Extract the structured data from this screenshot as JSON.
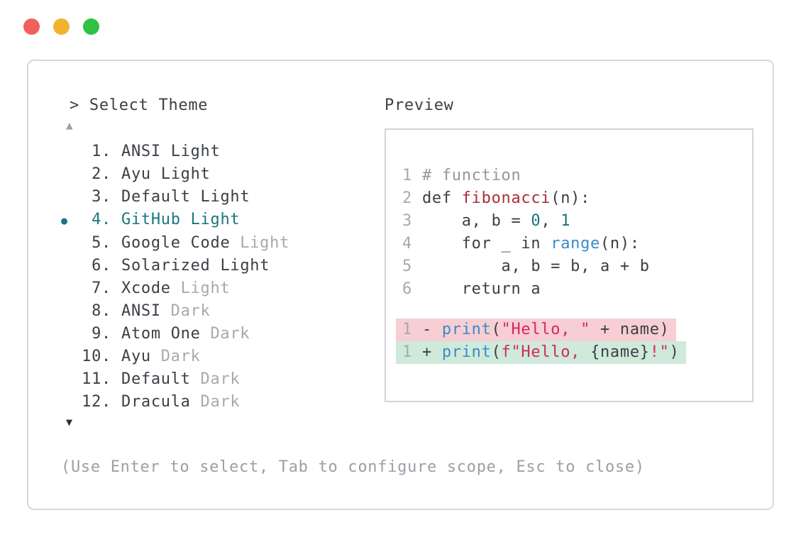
{
  "window": {
    "traffic_lights": {
      "red": "#f2605a",
      "yellow": "#f1b22e",
      "green": "#2ec343"
    },
    "header": {
      "prompt": ">",
      "title": "Select Theme"
    },
    "footer_hint": "(Use Enter to select, Tab to configure scope, Esc to close)"
  },
  "theme_list": {
    "scroll_up_icon": "▲",
    "scroll_down_icon": "▼",
    "items": [
      {
        "number": "1.",
        "name": "ANSI Light",
        "variant": "",
        "marker": "",
        "selected": false
      },
      {
        "number": "2.",
        "name": "Ayu Light",
        "variant": "",
        "marker": "",
        "selected": false
      },
      {
        "number": "3.",
        "name": "Default Light",
        "variant": "",
        "marker": "",
        "selected": false
      },
      {
        "number": "4.",
        "name": "GitHub Light",
        "variant": "",
        "marker": "●",
        "selected": true
      },
      {
        "number": "5.",
        "name": "Google Code",
        "variant": "Light",
        "marker": "",
        "selected": false
      },
      {
        "number": "6.",
        "name": "Solarized Light",
        "variant": "",
        "marker": "",
        "selected": false
      },
      {
        "number": "7.",
        "name": "Xcode",
        "variant": "Light",
        "marker": "",
        "selected": false
      },
      {
        "number": "8.",
        "name": "ANSI",
        "variant": "Dark",
        "marker": "",
        "selected": false
      },
      {
        "number": "9.",
        "name": "Atom One",
        "variant": "Dark",
        "marker": "",
        "selected": false
      },
      {
        "number": "10.",
        "name": "Ayu",
        "variant": "Dark",
        "marker": "",
        "selected": false
      },
      {
        "number": "11.",
        "name": "Default",
        "variant": "Dark",
        "marker": "",
        "selected": false
      },
      {
        "number": "12.",
        "name": "Dracula",
        "variant": "Dark",
        "marker": "",
        "selected": false
      }
    ]
  },
  "preview": {
    "label": "Preview",
    "lines": [
      {
        "ln": "1",
        "tokens": [
          {
            "t": "# function"
          }
        ]
      },
      {
        "ln": "2",
        "tokens": [
          {
            "t": "def "
          },
          {
            "t": "fibonacci"
          },
          {
            "t": "(n):"
          }
        ]
      },
      {
        "ln": "3",
        "tokens": [
          {
            "t": "    a, b = "
          },
          {
            "t": "0"
          },
          {
            "t": ", "
          },
          {
            "t": "1"
          }
        ]
      },
      {
        "ln": "4",
        "tokens": [
          {
            "t": "    for _ in "
          },
          {
            "t": "range"
          },
          {
            "t": "(n):"
          }
        ]
      },
      {
        "ln": "5",
        "tokens": [
          {
            "t": "        a, b = b, a + b"
          }
        ]
      },
      {
        "ln": "6",
        "tokens": [
          {
            "t": "    return a"
          }
        ]
      }
    ],
    "diff": {
      "removed": {
        "ln": "1",
        "tokens": [
          {
            "t": "- "
          },
          {
            "t": "print"
          },
          {
            "t": "("
          },
          {
            "t": "\"Hello, \""
          },
          {
            "t": " + name)"
          }
        ]
      },
      "added": {
        "ln": "1",
        "tokens": [
          {
            "t": "+ "
          },
          {
            "t": "print"
          },
          {
            "t": "("
          },
          {
            "t": "f\"Hello, "
          },
          {
            "t": "{name}"
          },
          {
            "t": "!\""
          },
          {
            "t": ")"
          }
        ]
      }
    }
  },
  "colors": {
    "accent_teal": "#1b767e",
    "dim_gray": "#a6a9ad",
    "dark_text": "#3b4046",
    "diff_removed_bg": "#f7ced3",
    "diff_added_bg": "#cfe9da",
    "syntax_comment": "#949b8c",
    "syntax_function_red": "#ab2d39",
    "syntax_number_teal": "#17747c",
    "syntax_call_blue": "#3a8cc7",
    "syntax_string_crimson": "#d6285c"
  }
}
